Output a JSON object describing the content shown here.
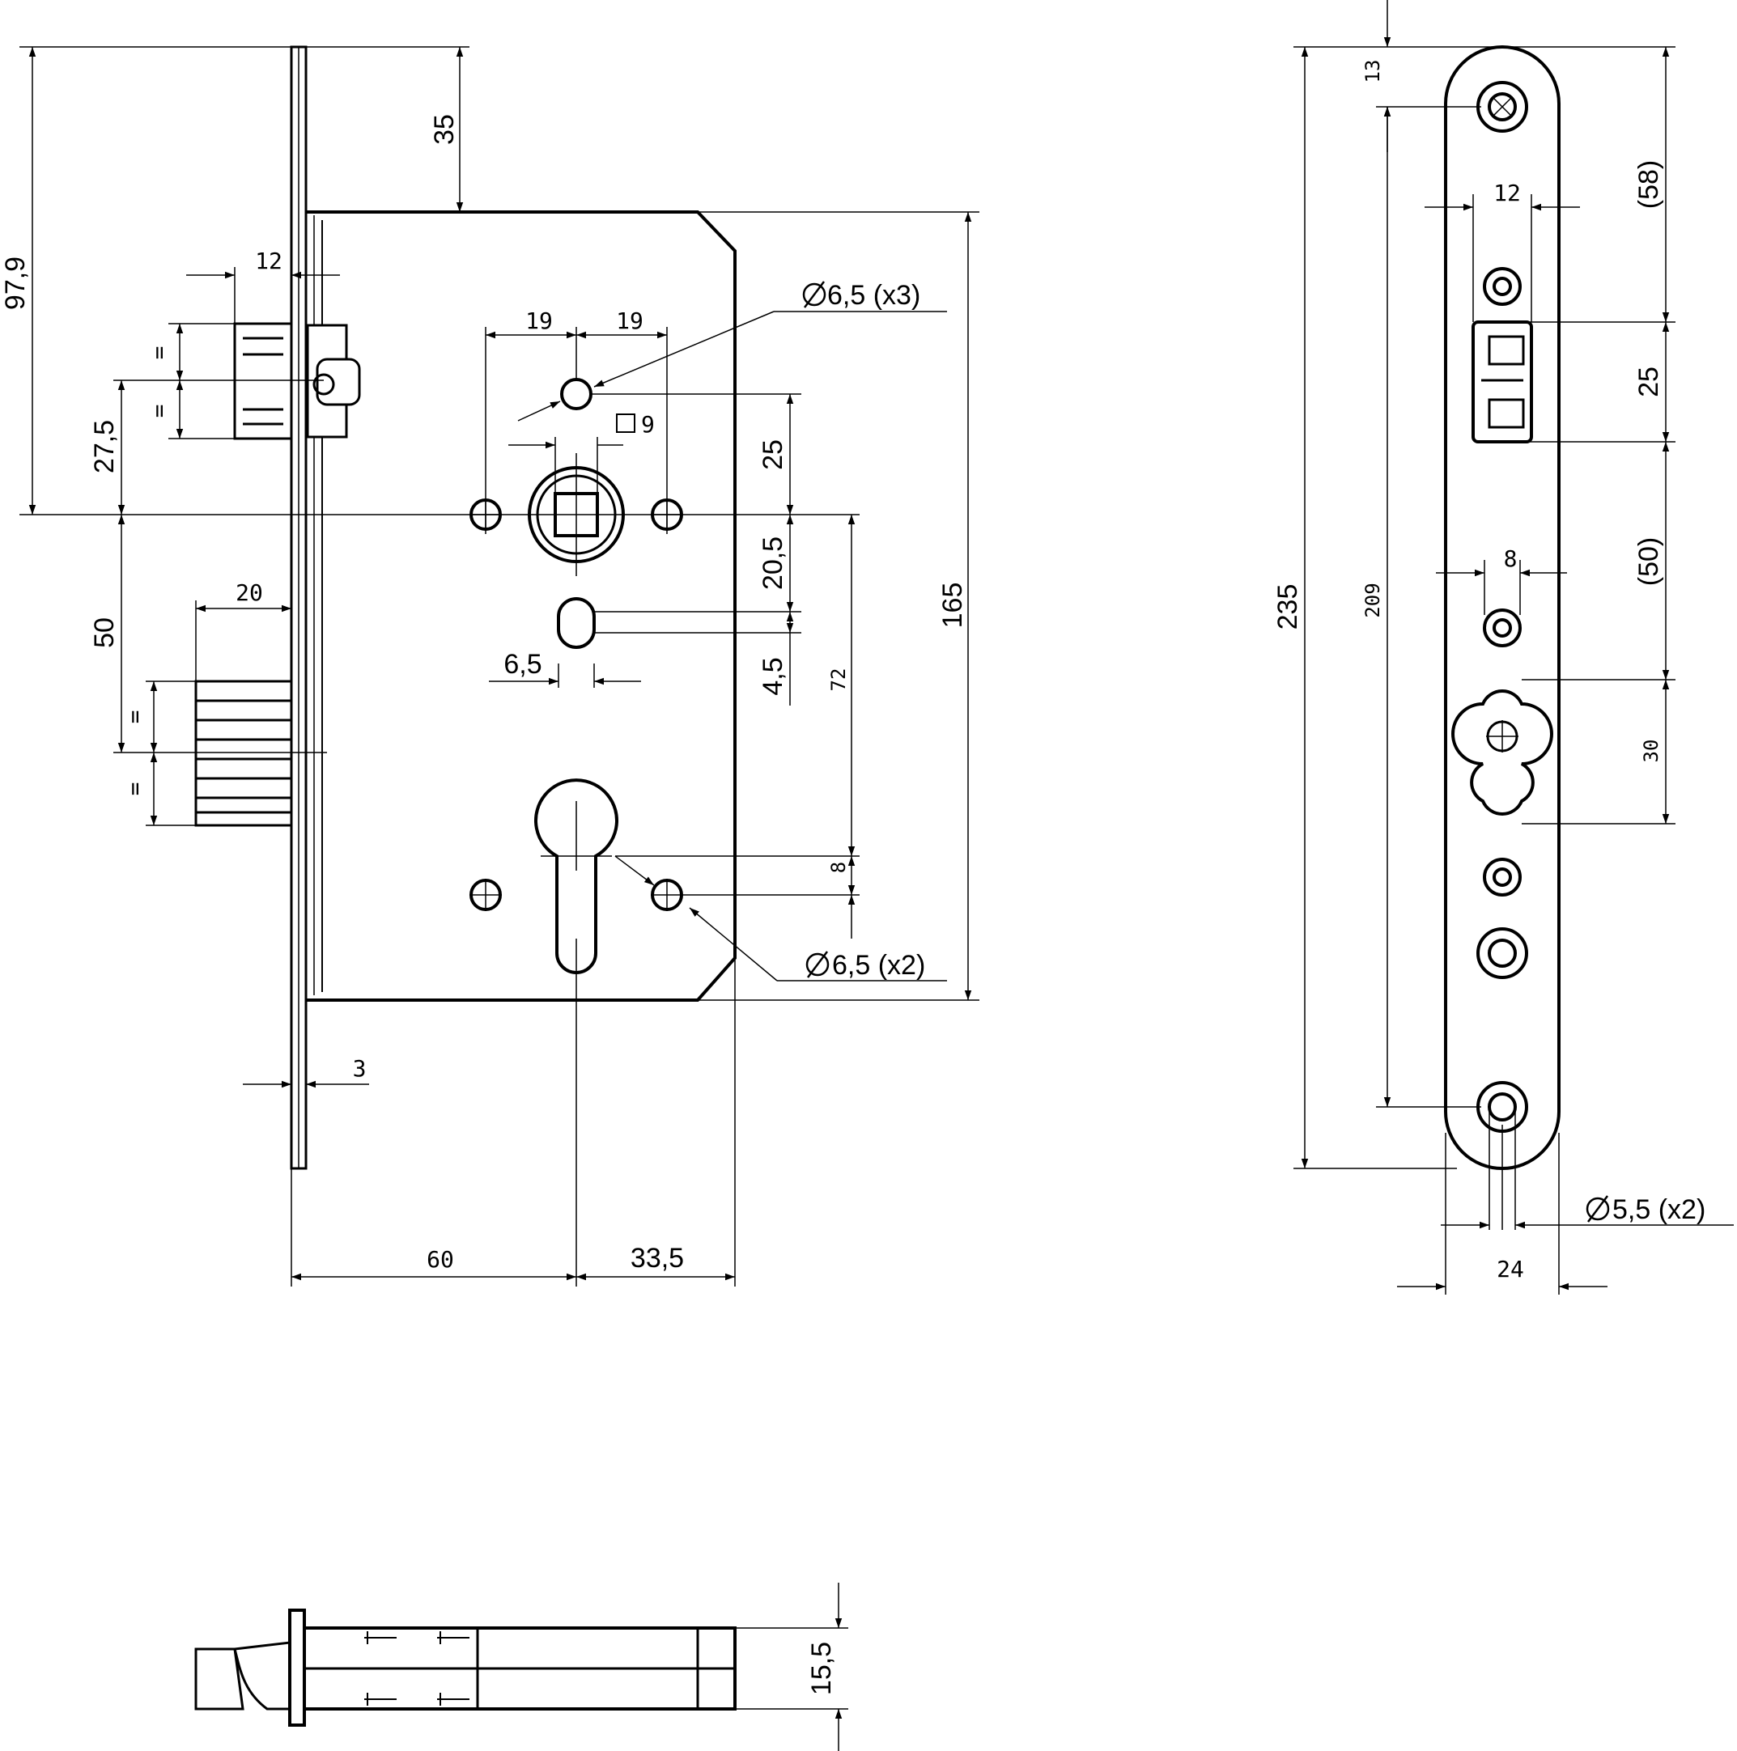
{
  "drawing": {
    "front_view": {
      "dimensions": {
        "d_97_9": "97,9",
        "d_35": "35",
        "d_12": "12",
        "d_eq": "=",
        "d_27_5": "27,5",
        "d_20": "20",
        "d_50": "50",
        "d_19a": "19",
        "d_19b": "19",
        "d_sq9": "9",
        "d_25": "25",
        "d_20_5": "20,5",
        "d_6_5": "6,5",
        "d_4_5": "4,5",
        "d_72": "72",
        "d_8": "8",
        "d_165": "165",
        "d_3": "3",
        "d_60": "60",
        "d_33_5": "33,5",
        "hole_note_top": "6,5 (x3)",
        "hole_note_bottom": "6,5 (x2)"
      }
    },
    "faceplate_view": {
      "dimensions": {
        "d_13": "13",
        "d_58": "(58)",
        "d_12": "12",
        "d_25": "25",
        "d_235": "235",
        "d_209": "209",
        "d_8": "8",
        "d_50": "(50)",
        "d_30": "30",
        "d_24": "24",
        "hole_note": "5,5 (x2)"
      }
    },
    "bottom_view": {
      "dimensions": {
        "d_15_5": "15,5"
      }
    }
  }
}
